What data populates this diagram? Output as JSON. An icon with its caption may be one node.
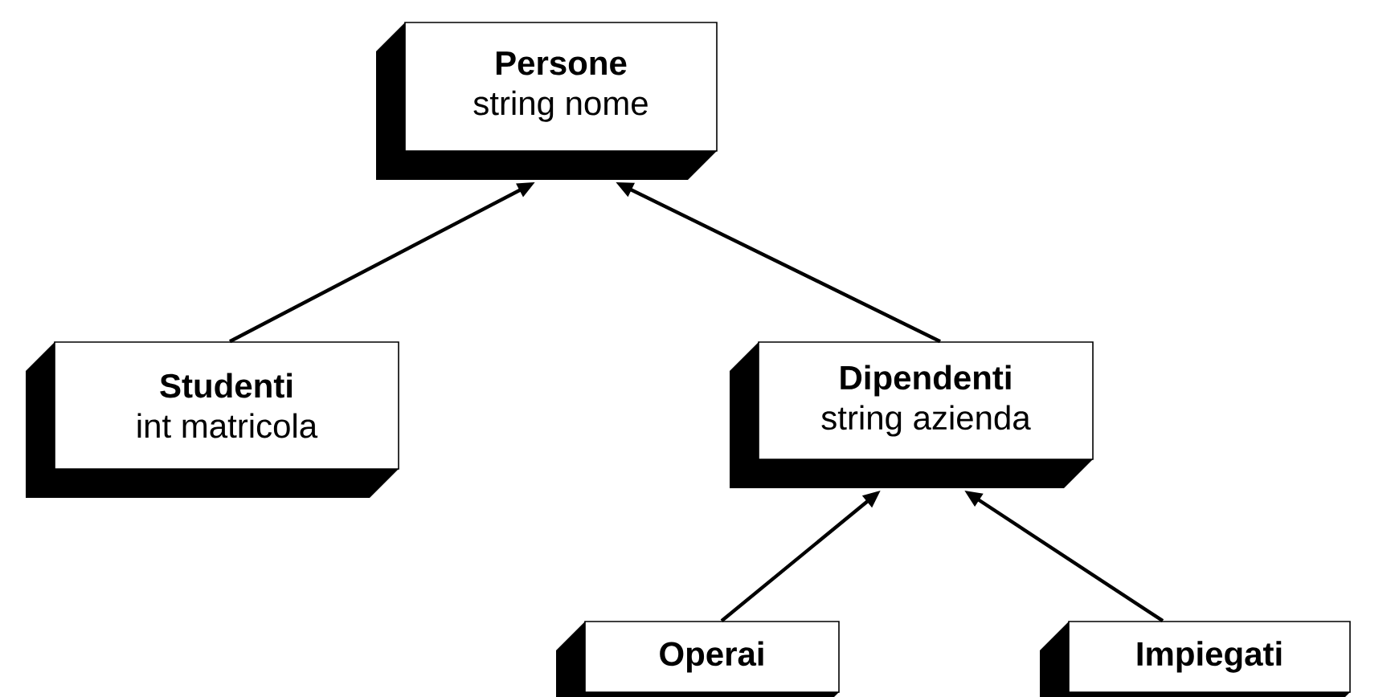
{
  "diagram": {
    "nodes": [
      {
        "text": [
          "Persone",
          "string nome"
        ]
      },
      {
        "text": [
          "Studenti",
          "int matricola"
        ]
      },
      {
        "text": [
          "Dipendenti",
          "string azienda"
        ]
      },
      {
        "text": [
          "Operai"
        ]
      },
      {
        "text": [
          "Impiegati"
        ]
      }
    ],
    "edges": [
      {
        "from": 1,
        "to": 0,
        "arrow": "to"
      },
      {
        "from": 2,
        "to": 0,
        "arrow": "to"
      },
      {
        "from": 3,
        "to": 2,
        "arrow": "to"
      },
      {
        "from": 4,
        "to": 2,
        "arrow": "to"
      }
    ]
  }
}
